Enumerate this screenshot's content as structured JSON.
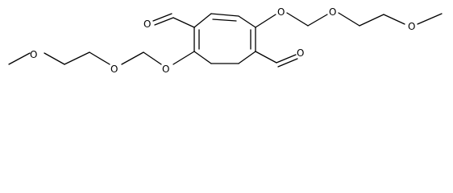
{
  "molecule": {
    "atom_labels": {
      "o_ald_top": "O",
      "o_ald_bot": "O",
      "o_r1": "O",
      "o_r2": "O",
      "o_r3": "O",
      "o_l1": "O",
      "o_l2": "O",
      "o_l3": "O"
    }
  },
  "colors": {
    "bond": "#000000",
    "label": "#000000",
    "background": "#ffffff"
  }
}
